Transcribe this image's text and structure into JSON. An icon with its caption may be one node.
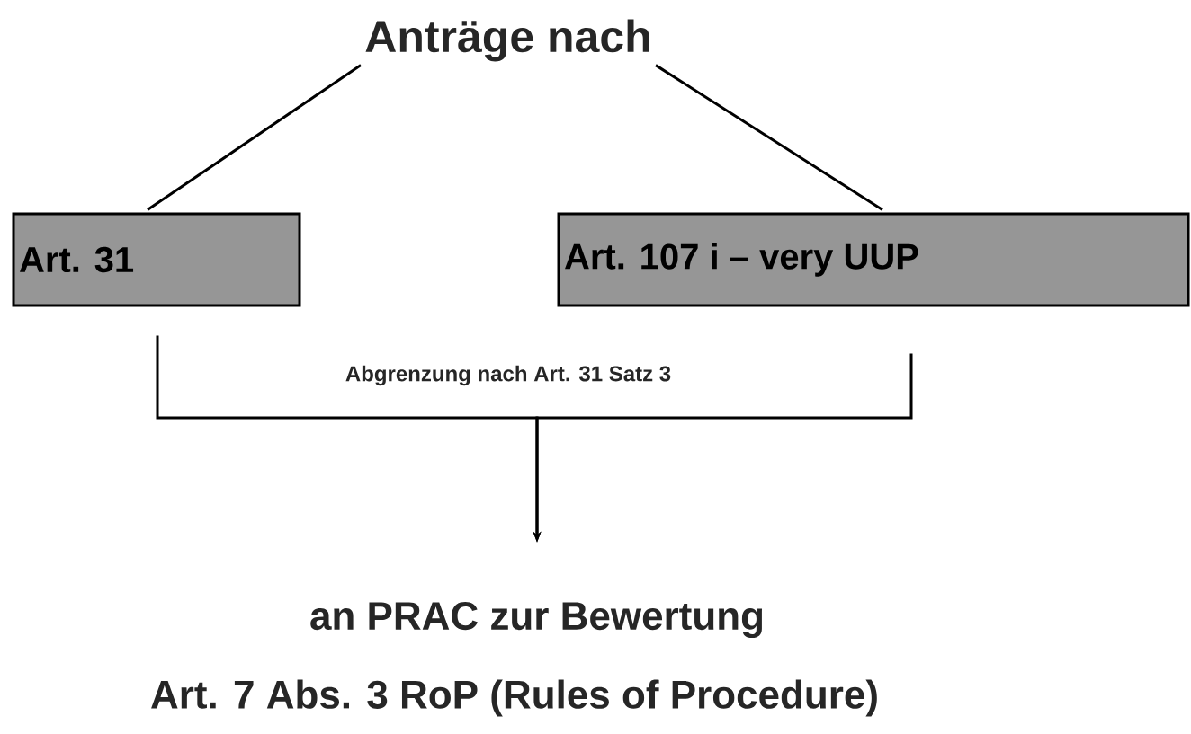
{
  "diagram": {
    "nodes": [
      {
        "text": [
          "Anträge nach"
        ]
      },
      {
        "text": [
          "Art. 31"
        ]
      },
      {
        "text": [
          "Art. 107 i – very UUP"
        ]
      },
      {
        "text": [
          "an PRAC zur Bewertung"
        ]
      }
    ],
    "edges": [
      {
        "from": 0,
        "to": 1,
        "arrow": "none"
      },
      {
        "from": 0,
        "to": 2,
        "arrow": "none"
      },
      {
        "from": 1,
        "to": 3,
        "arrow": "to"
      },
      {
        "from": 2,
        "to": 3,
        "arrow": "to"
      }
    ],
    "labels": [
      "Abgrenzung nach Art. 31 Satz 3",
      "Art. 7 Abs. 3 RoP (Rules of Procedure)"
    ]
  }
}
